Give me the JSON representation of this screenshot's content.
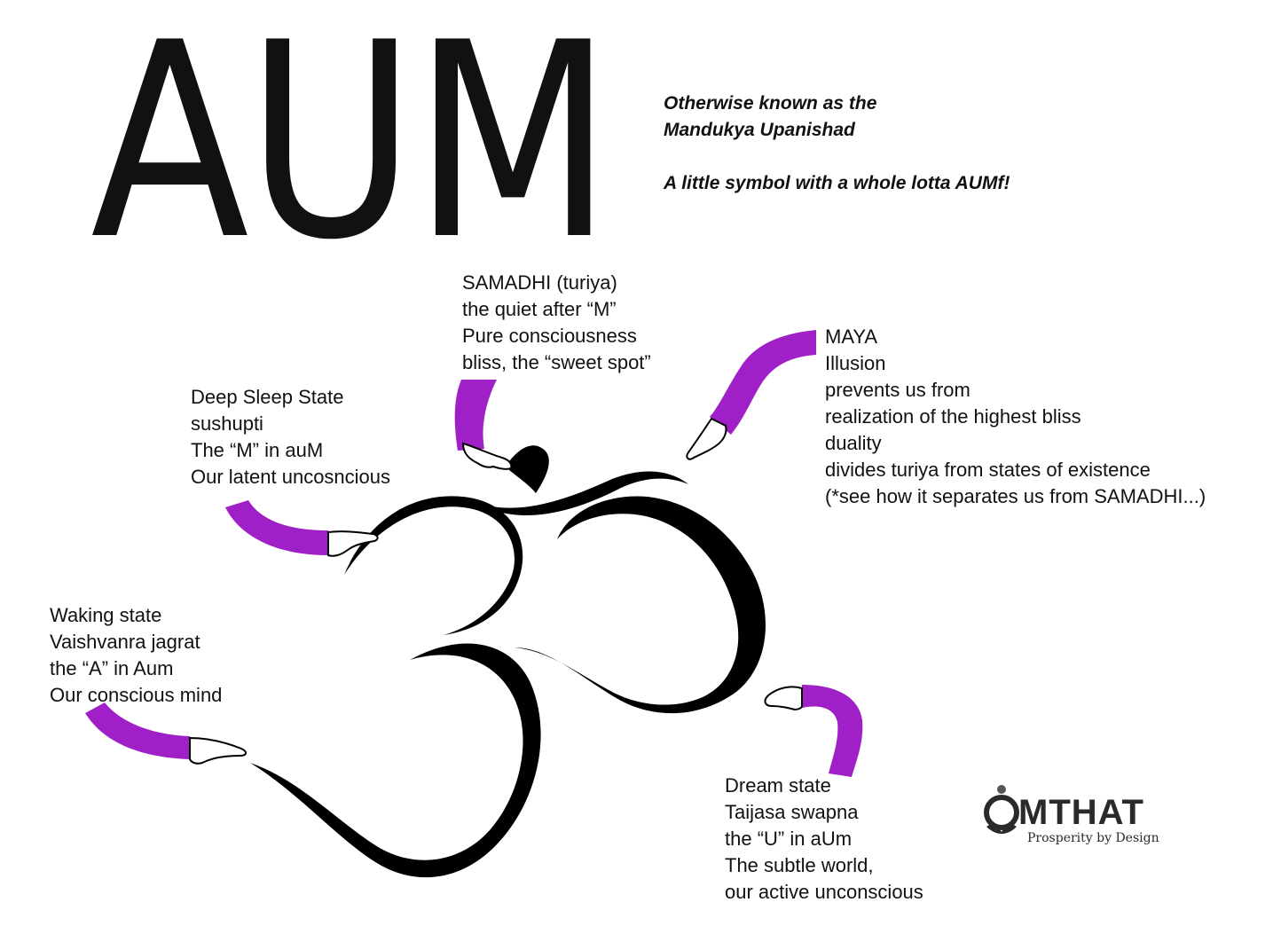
{
  "title": "AUM",
  "tagline": {
    "line1": "Otherwise known as the",
    "line2": "Mandukya Upanishad",
    "line3": "A little symbol with a whole lotta AUMf!"
  },
  "labels": {
    "samadhi": [
      "SAMADHI (turiya)",
      "the quiet after “M”",
      "Pure consciousness",
      "bliss, the “sweet spot”"
    ],
    "maya": [
      "MAYA",
      "Illusion",
      "prevents us from",
      "realization of the highest bliss",
      "duality",
      "divides turiya from states of existence",
      "(*see how it separates us from SAMADHI...)"
    ],
    "deep_sleep": [
      "Deep Sleep State",
      "sushupti",
      "The “M” in auM",
      "Our latent uncosncious"
    ],
    "waking": [
      "Waking state",
      "Vaishvanra jagrat",
      "the “A” in Aum",
      "Our conscious mind"
    ],
    "dream": [
      "Dream state",
      "Taijasa swapna",
      "the “U” in aUm",
      "The subtle world,",
      "our active unconscious"
    ]
  },
  "logo": {
    "word": "MTHAT",
    "tagline": "Prosperity by Design"
  },
  "colors": {
    "arm": "#a020c8",
    "symbol": "#000000",
    "text": "#111111"
  },
  "icons": [
    "om-symbol",
    "pointing-hand-icon",
    "lotus-logo-icon"
  ]
}
